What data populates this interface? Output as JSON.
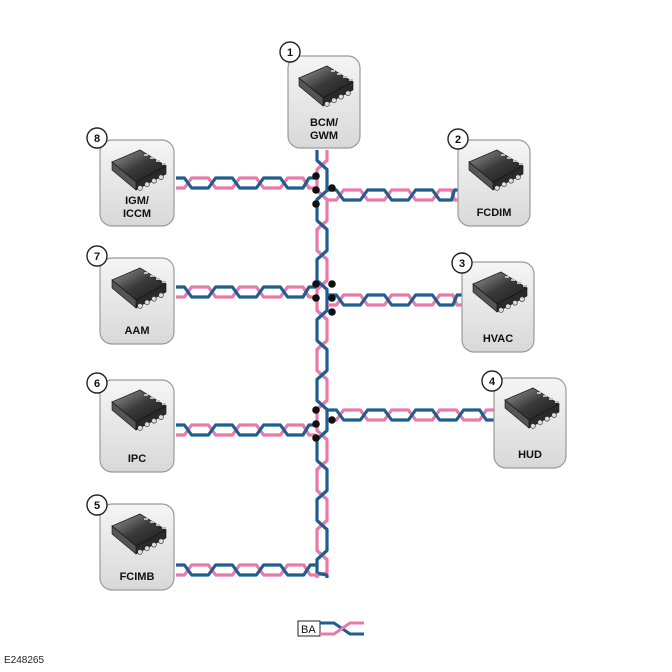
{
  "colors": {
    "wire_pink": "#e97aa8",
    "wire_blue": "#1f5e8e",
    "module_fill_top": "#f5f5f5",
    "module_fill_bottom": "#d8d8d8",
    "module_stroke": "#9a9a9a",
    "junction": "#111111"
  },
  "modules": [
    {
      "number": "1",
      "label_lines": [
        "BCM/",
        "GWM"
      ],
      "icon": "control-module-icon"
    },
    {
      "number": "2",
      "label_lines": [
        "FCDIM"
      ],
      "icon": "control-module-icon"
    },
    {
      "number": "3",
      "label_lines": [
        "HVAC"
      ],
      "icon": "control-module-icon"
    },
    {
      "number": "4",
      "label_lines": [
        "HUD"
      ],
      "icon": "control-module-icon"
    },
    {
      "number": "5",
      "label_lines": [
        "FCIMB"
      ],
      "icon": "control-module-icon"
    },
    {
      "number": "6",
      "label_lines": [
        "IPC"
      ],
      "icon": "control-module-icon"
    },
    {
      "number": "7",
      "label_lines": [
        "AAM"
      ],
      "icon": "control-module-icon"
    },
    {
      "number": "8",
      "label_lines": [
        "IGM/",
        "ICCM"
      ],
      "icon": "control-module-icon"
    }
  ],
  "legend": {
    "label": "BA",
    "icon": "twisted-pair-icon"
  },
  "document_id": "E248265"
}
